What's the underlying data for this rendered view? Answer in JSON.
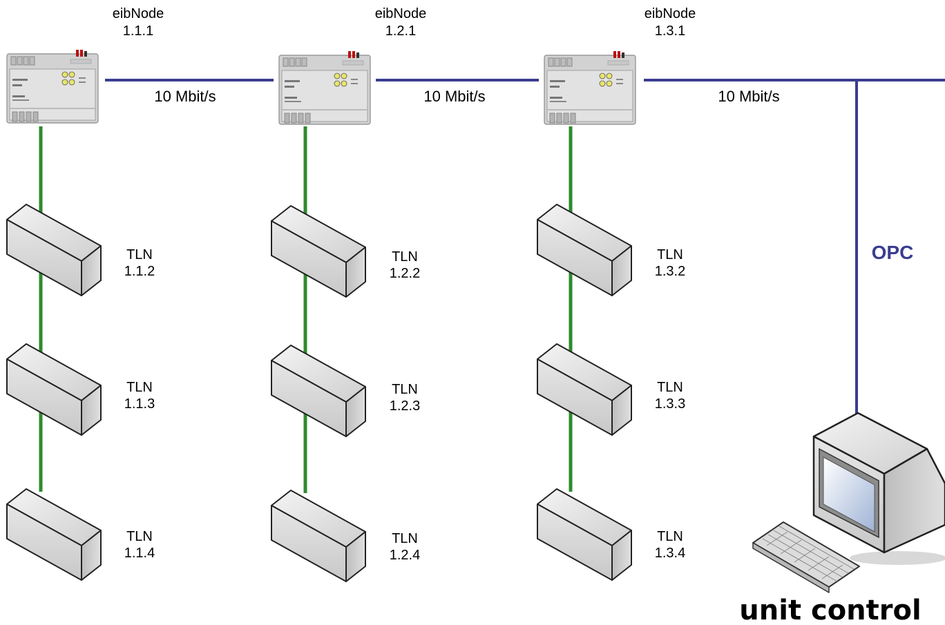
{
  "colors": {
    "bus_line": "#3a3d8f",
    "field_line": "#2e8b2e",
    "device_face": "#d9d9d9"
  },
  "nodes": [
    {
      "name": "eibNode",
      "address": "1.1.1"
    },
    {
      "name": "eibNode",
      "address": "1.2.1"
    },
    {
      "name": "eibNode",
      "address": "1.3.1"
    }
  ],
  "links": [
    {
      "speed": "10 Mbit/s"
    },
    {
      "speed": "10 Mbit/s"
    },
    {
      "speed": "10 Mbit/s"
    }
  ],
  "columns": [
    {
      "devices": [
        {
          "name": "TLN",
          "address": "1.1.2"
        },
        {
          "name": "TLN",
          "address": "1.1.3"
        },
        {
          "name": "TLN",
          "address": "1.1.4"
        }
      ]
    },
    {
      "devices": [
        {
          "name": "TLN",
          "address": "1.2.2"
        },
        {
          "name": "TLN",
          "address": "1.2.3"
        },
        {
          "name": "TLN",
          "address": "1.2.4"
        }
      ]
    },
    {
      "devices": [
        {
          "name": "TLN",
          "address": "1.3.2"
        },
        {
          "name": "TLN",
          "address": "1.3.3"
        },
        {
          "name": "TLN",
          "address": "1.3.4"
        }
      ]
    }
  ],
  "opc_label": "OPC",
  "workstation_label": "unit control",
  "icons": {
    "node": "din-rail-module-icon",
    "device": "box-device-icon",
    "workstation": "computer-workstation-icon"
  }
}
